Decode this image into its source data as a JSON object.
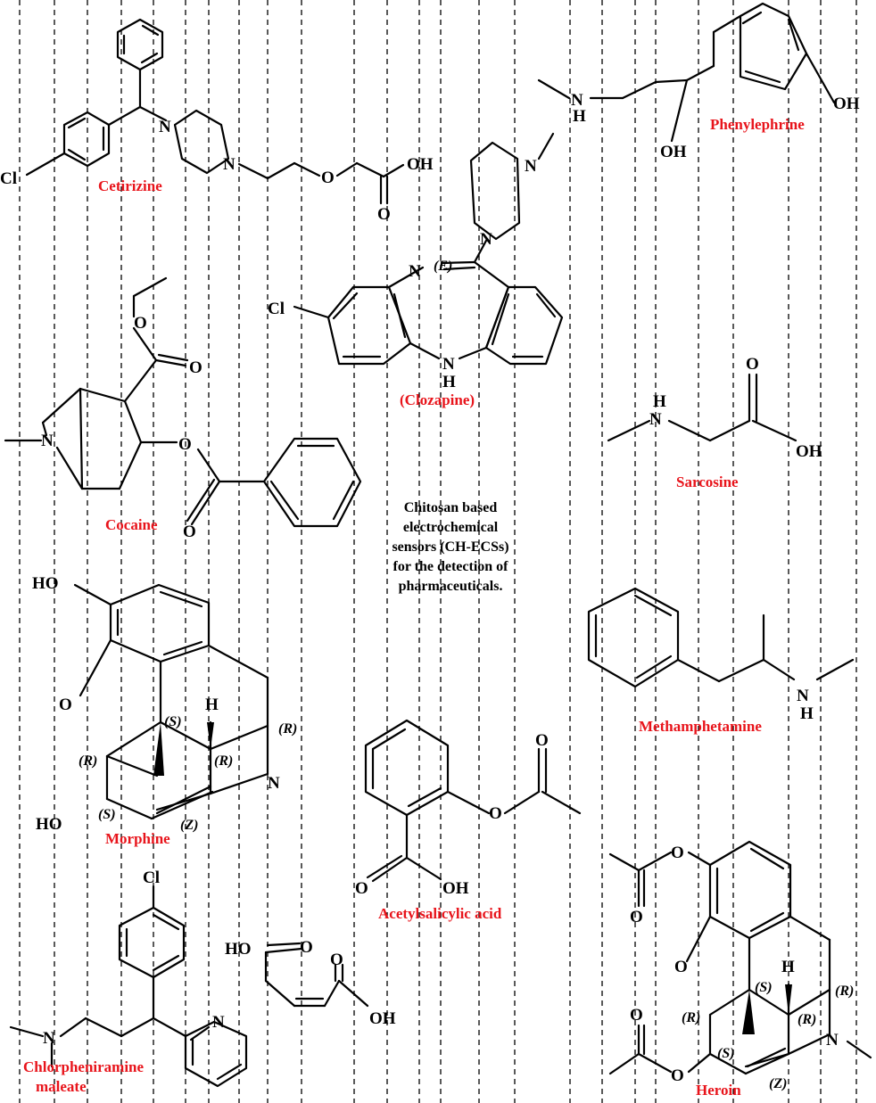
{
  "central_text": [
    "Chitosan based",
    "electrochemical",
    "sensors (CH-ECSs)",
    "for the detection of",
    "pharmaceuticals."
  ],
  "compounds": {
    "cetirizine": "Cetirizine",
    "phenylephrine": "Phenylephrine",
    "clozapine": "(Clozapine)",
    "cocaine": "Cocaine",
    "sarcosine": "Sarcosine",
    "morphine": "Morphine",
    "methamphetamine": "Methamphetamine",
    "acetylsalicylic_acid": "Acetylsalicylic acid",
    "chlorpheniramine": [
      "Chlorpheniramine",
      "maleate"
    ],
    "heroin": "Heroin"
  },
  "atoms": {
    "cl": "Cl",
    "n": "N",
    "o": "O",
    "oh": "OH",
    "ho": "HO",
    "h": "H",
    "nh_n": "N",
    "nh_h": "H"
  },
  "stereo": {
    "e": "(E)",
    "s": "(S)",
    "r": "(R)",
    "z": "(Z)"
  },
  "colors": {
    "compound_label": "#e8141b",
    "structure": "#000000"
  }
}
